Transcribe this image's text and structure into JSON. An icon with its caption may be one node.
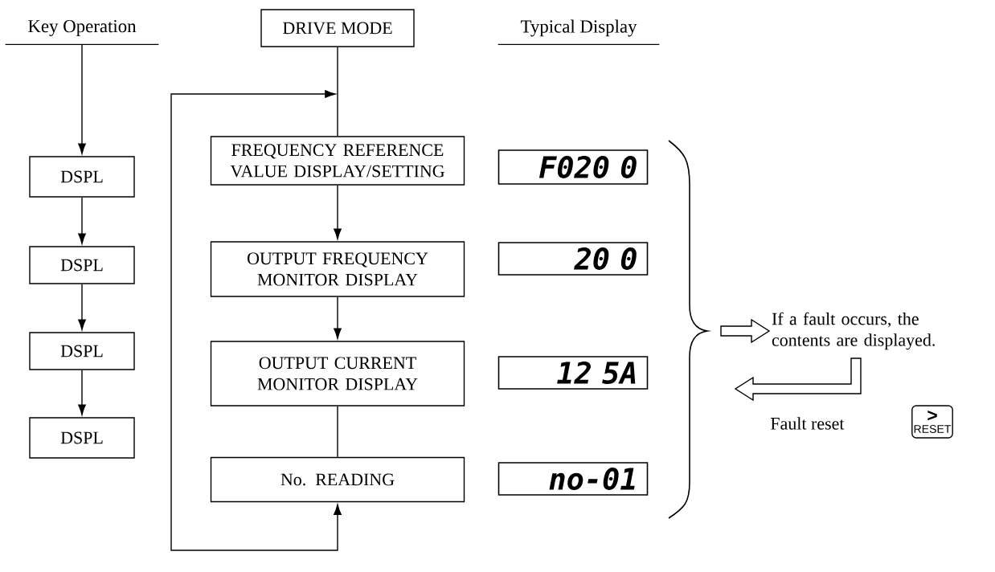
{
  "diagram": {
    "nodes": [
      {
        "text": [
          "Key Operation"
        ]
      },
      {
        "text": [
          "DSPL"
        ]
      },
      {
        "text": [
          "DSPL"
        ]
      },
      {
        "text": [
          "DSPL"
        ]
      },
      {
        "text": [
          "DSPL"
        ]
      },
      {
        "text": [
          "DRIVE MODE"
        ]
      },
      {
        "text": [
          "FREQUENCY REFERENCE VALUE DISPLAY/SETTING"
        ]
      },
      {
        "text": [
          "OUTPUT FREQUENCY MONITOR DISPLAY"
        ]
      },
      {
        "text": [
          "OUTPUT CURRENT MONITOR DISPLAY"
        ]
      },
      {
        "text": [
          "No. READING"
        ]
      },
      {
        "text": [
          "F020 0"
        ]
      },
      {
        "text": [
          "20 0"
        ]
      },
      {
        "text": [
          "12 5A"
        ]
      },
      {
        "text": [
          "no-01"
        ]
      },
      {
        "text": [
          "If a fault occurs, the contents are displayed."
        ]
      },
      {
        "text": [
          ">",
          "RESET"
        ]
      }
    ],
    "edges": [
      {
        "from": 0,
        "to": 1,
        "arrow": "to"
      },
      {
        "from": 1,
        "to": 2,
        "arrow": "to"
      },
      {
        "from": 2,
        "to": 3,
        "arrow": "to"
      },
      {
        "from": 3,
        "to": 4,
        "arrow": "to"
      },
      {
        "from": 5,
        "to": 6,
        "arrow": "none"
      },
      {
        "from": 6,
        "to": 7,
        "arrow": "to"
      },
      {
        "from": 7,
        "to": 8,
        "arrow": "to"
      },
      {
        "from": 8,
        "to": 9,
        "arrow": "none"
      },
      {
        "from": 9,
        "to": 6,
        "arrow": "both"
      },
      {
        "from": null,
        "to": 14,
        "arrow": "to"
      },
      {
        "from": 14,
        "to": null,
        "arrow": "to"
      }
    ],
    "labels": [
      "Typical Display",
      "Fault reset"
    ]
  }
}
